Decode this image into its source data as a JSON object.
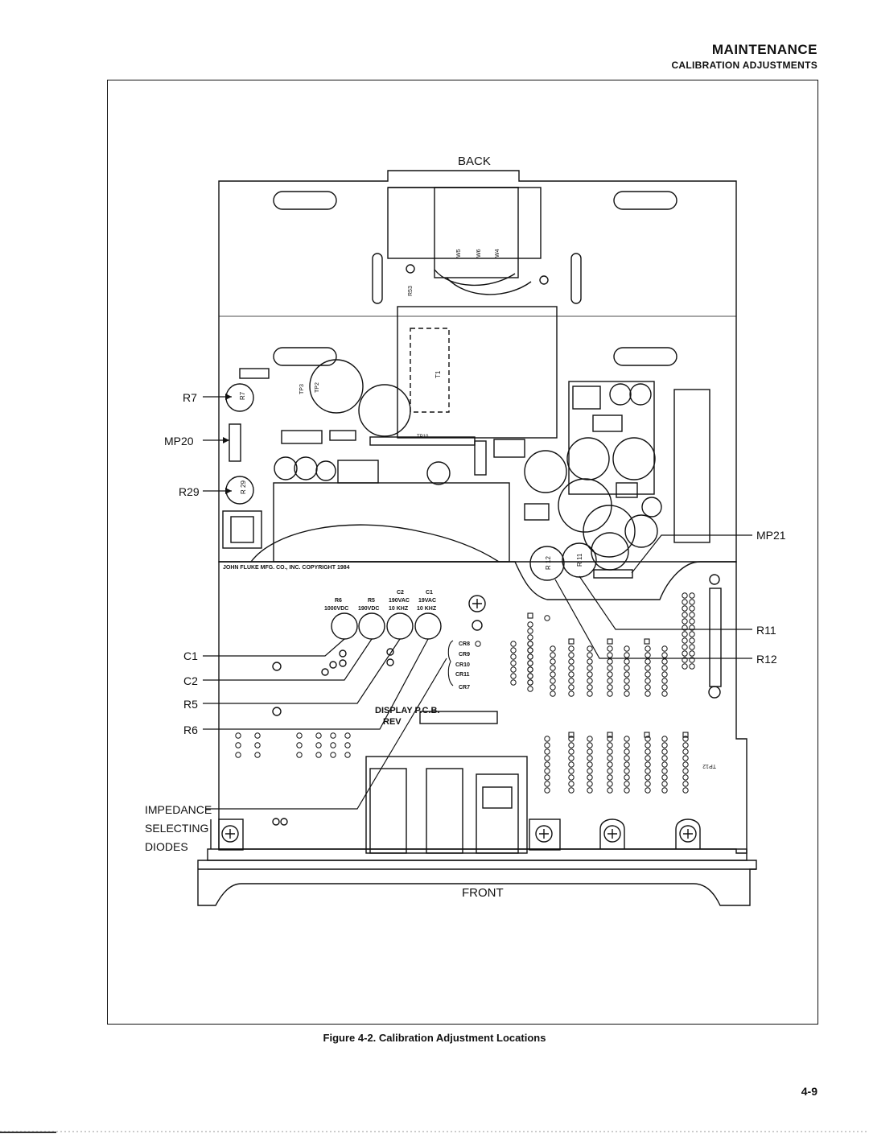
{
  "header": {
    "section_title": "MAINTENANCE",
    "subsection_title": "CALIBRATION ADJUSTMENTS"
  },
  "figure": {
    "top_label": "BACK",
    "bottom_label": "FRONT",
    "copyright": "JOHN FLUKE MFG. CO., INC. COPYRIGHT 1984",
    "board_label_line1": "DISPLAY P.C.B.",
    "board_label_line2": "REV",
    "callouts_left": [
      "R7",
      "MP20",
      "R29",
      "C1",
      "C2",
      "R5",
      "R6"
    ],
    "callout_impedance": [
      "IMPEDANCE",
      "SELECTING",
      "DIODES"
    ],
    "callouts_right": [
      "MP21",
      "R11",
      "R12"
    ],
    "trimmers": [
      {
        "ref": "R6",
        "value": "1000VDC"
      },
      {
        "ref": "R5",
        "value": "190VDC"
      },
      {
        "ref": "C2",
        "value": "190VAC",
        "freq": "10 KHZ"
      },
      {
        "ref": "C1",
        "value": "19VAC",
        "freq": "10 KHZ"
      }
    ],
    "diodes": [
      "CR8",
      "CR9",
      "CR10",
      "CR11",
      "CR7"
    ],
    "component_marks": {
      "r7": "R7",
      "r29": "R 29",
      "r12": "R 12",
      "r11": "R 11",
      "t1": "T1",
      "tp3": "TP3",
      "tp2": "TP2",
      "tp10": "TP10",
      "tp12": "TP12",
      "w5": "W5",
      "w6": "W6",
      "w4": "W4",
      "r53": "R53"
    }
  },
  "caption": "Figure 4-2. Calibration Adjustment Locations",
  "page_number": "4-9"
}
